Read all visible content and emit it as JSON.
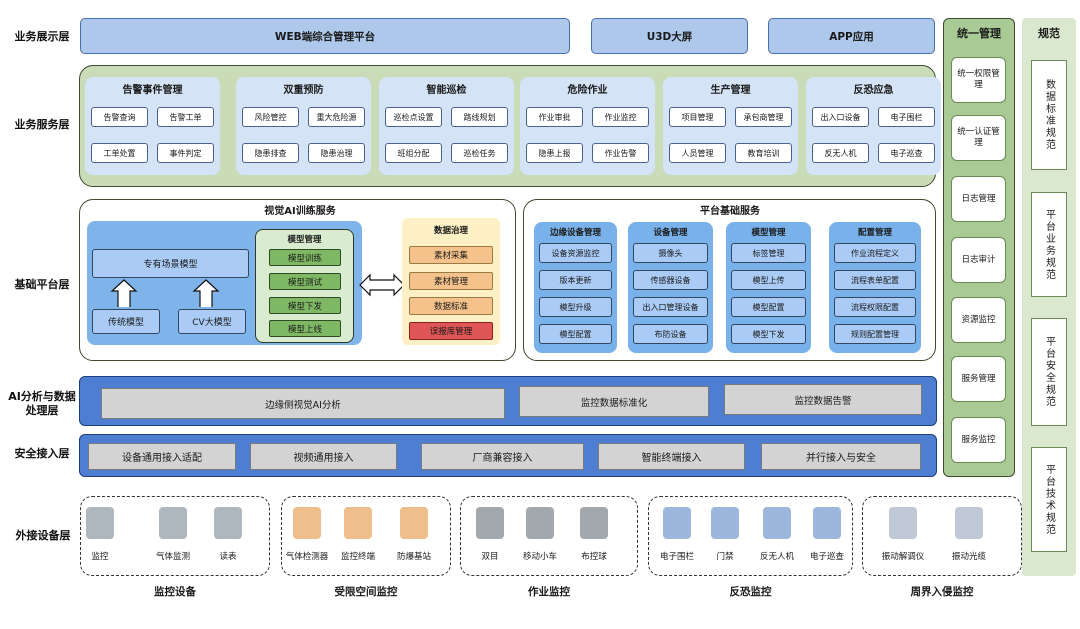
{
  "layers": {
    "display": "业务展示层",
    "service": "业务服务层",
    "platform": "基础平台层",
    "ai": "AI分析与数据处理层",
    "access": "安全接入层",
    "device": "外接设备层"
  },
  "display": {
    "web": "WEB端综合管理平台",
    "u3d": "U3D大屏",
    "app": "APP应用"
  },
  "service_cards": [
    {
      "title": "告警事件管理",
      "items": [
        "告警查询",
        "告警工单",
        "工单处置",
        "事件判定"
      ]
    },
    {
      "title": "双重预防",
      "items": [
        "风险管控",
        "重大危险源",
        "隐患排查",
        "隐患治理"
      ]
    },
    {
      "title": "智能巡检",
      "items": [
        "巡检点设置",
        "路线规划",
        "班组分配",
        "巡检任务"
      ]
    },
    {
      "title": "危险作业",
      "items": [
        "作业审批",
        "作业监控",
        "隐患上报",
        "作业告警"
      ]
    },
    {
      "title": "生产管理",
      "items": [
        "项目管理",
        "承包商管理",
        "人员管理",
        "教育培训"
      ]
    },
    {
      "title": "反恐应急",
      "items": [
        "出入口设备",
        "电子围栏",
        "反无人机",
        "电子巡查"
      ]
    }
  ],
  "visual_ai": {
    "title": "视觉AI训练服务",
    "scene_model": "专有场景模型",
    "traditional": "传统模型",
    "cv": "CV大模型",
    "model_mgmt": {
      "title": "模型管理",
      "items": [
        "模型训练",
        "模型测试",
        "模型下发",
        "模型上线"
      ]
    },
    "data_gov": {
      "title": "数据治理",
      "items": [
        "素材采集",
        "素材管理",
        "数据标准",
        "误报库管理"
      ]
    }
  },
  "platform_base": {
    "title": "平台基础服务",
    "cards": [
      {
        "title": "边缘设备管理",
        "items": [
          "设备资源监控",
          "版本更新",
          "模型升级",
          "模型配置"
        ]
      },
      {
        "title": "设备管理",
        "items": [
          "摄像头",
          "传感器设备",
          "出入口管理设备",
          "布防设备"
        ]
      },
      {
        "title": "模型管理",
        "items": [
          "标签管理",
          "模型上传",
          "模型配置",
          "模型下发"
        ]
      },
      {
        "title": "配置管理",
        "items": [
          "作业流程定义",
          "流程表单配置",
          "流程权限配置",
          "规则配置管理"
        ]
      }
    ]
  },
  "ai_layer": [
    "边缘侧视觉AI分析",
    "监控数据标准化",
    "监控数据告警"
  ],
  "access_layer": [
    "设备通用接入适配",
    "视频通用接入",
    "厂商兼容接入",
    "智能终端接入",
    "并行接入与安全"
  ],
  "device_groups": [
    {
      "title": "监控设备",
      "items": [
        "监控",
        "气体监测",
        "读表"
      ]
    },
    {
      "title": "受限空间监控",
      "items": [
        "气体检测器",
        "监控终端",
        "防爆基站"
      ]
    },
    {
      "title": "作业监控",
      "items": [
        "双目",
        "移动小车",
        "布控球"
      ]
    },
    {
      "title": "反恐监控",
      "items": [
        "电子围栏",
        "门禁",
        "反无人机",
        "电子巡查"
      ]
    },
    {
      "title": "周界入侵监控",
      "items": [
        "振动解调仪",
        "振动光缆"
      ]
    }
  ],
  "unified": {
    "title": "统一管理",
    "items": [
      "统一权限管理",
      "统一认证管理",
      "日志管理",
      "日志审计",
      "资源监控",
      "服务管理",
      "服务监控"
    ]
  },
  "spec": {
    "title": "规范",
    "items": [
      "数据标准规范",
      "平台业务规范",
      "平台安全规范",
      "平台技术规范"
    ]
  },
  "colors": {
    "accent_blue": "#4d7ed1",
    "panel_green": "#c9dbb7",
    "model_green": "#7fb865",
    "data_orange": "#f4c28a",
    "alert_red": "#e05555"
  }
}
